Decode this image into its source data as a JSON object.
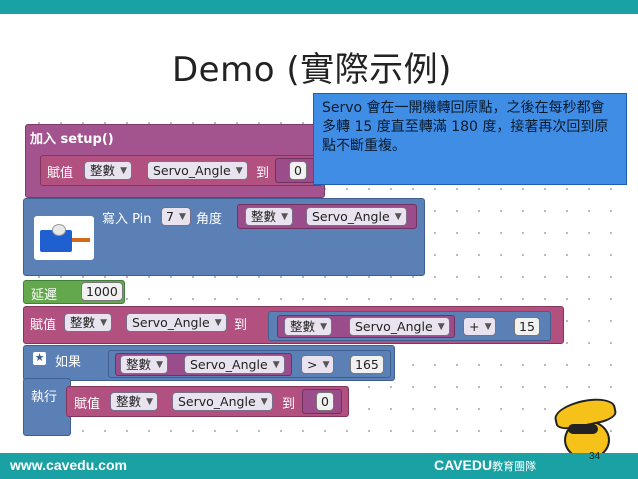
{
  "slide": {
    "title": "Demo (實際示例)",
    "page_number": "34",
    "callout": "Servo 會在一開機轉回原點，之後在每秒都會多轉 15 度直至轉滿 180 度，接著再次回到原點不斷重複。"
  },
  "blocks": {
    "setup": {
      "label": "加入 setup()",
      "assign": {
        "label": "賦值",
        "type": "整數",
        "var": "Servo_Angle",
        "to": "到",
        "value": "0"
      }
    },
    "servo": {
      "write": "寫入 Pin",
      "pin": "7",
      "angle": "角度",
      "type": "整數",
      "var": "Servo_Angle"
    },
    "delay": {
      "label": "延遲",
      "value": "1000"
    },
    "assign2": {
      "label": "賦值",
      "type": "整數",
      "var": "Servo_Angle",
      "to": "到",
      "expr_type": "整數",
      "expr_var": "Servo_Angle",
      "op": "+",
      "operand": "15"
    },
    "if": {
      "label": "如果",
      "type": "整數",
      "var": "Servo_Angle",
      "op": ">",
      "value": "165",
      "do": "執行",
      "assign": {
        "label": "賦值",
        "type": "整數",
        "var": "Servo_Angle",
        "to": "到",
        "value": "0"
      }
    }
  },
  "footer": {
    "url": "www.cavedu.com",
    "brand": "CAVEDU",
    "brand_cn": "教育團隊"
  },
  "colors": {
    "teal": "#1aa1a3",
    "callout": "#3f8de5",
    "purple": "#a3548f",
    "green": "#63a84c",
    "blue": "#5b80b6"
  }
}
